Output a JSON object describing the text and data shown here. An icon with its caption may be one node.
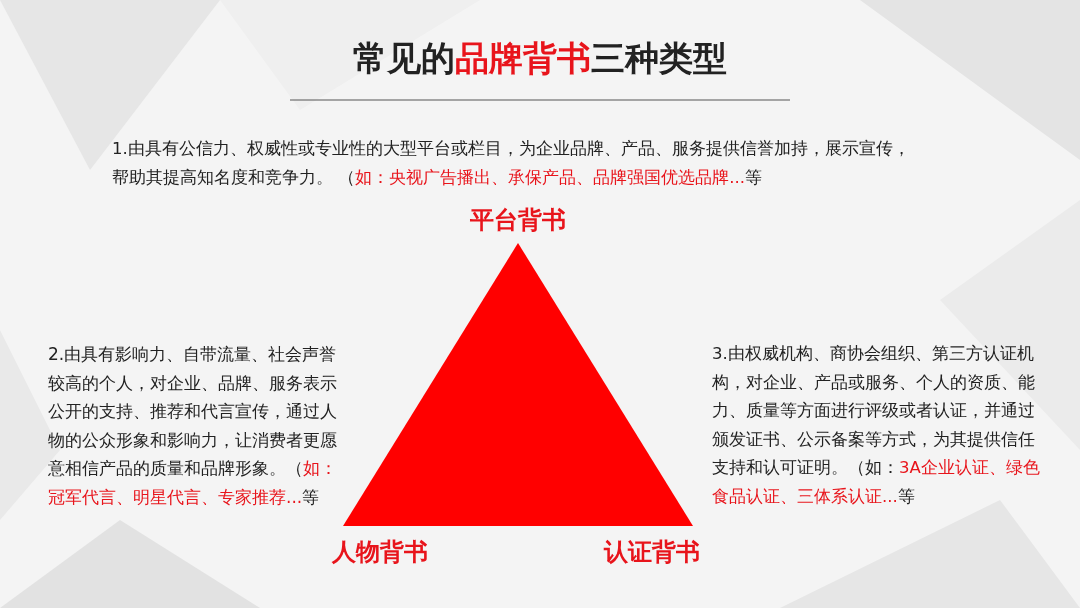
{
  "diagram": {
    "title": "常见的**品牌背书**三种类型",
    "labels": [
      "1.由具有公信力、权威性或专业性的大型平台或栏目，为企业品牌、产品、服务提供信誉加持，展示宣传，帮助其提高知名度和竞争力。 （**如：央视广告播出、承保产品、品牌强国优选品牌...**等",
      "平台背书",
      "2.由具有影响力、自带流量、社会声誉较高的个人，对企业、品牌、服务表示公开的支持、推荐和代言宣传，通过人物的公众形象和影响力，让消费者更愿意相信产品的质量和品牌形象。（**如：冠军代言、明星代言、专家推荐...**等",
      "3.由权威机构、商协会组织、第三方认证机构，对企业、产品或服务、个人的资质、能力、质量等方面进行评级或者认证，并通过颁发证书、公示备案等方式，为其提供信任支持和认可证明。（如：**3A企业认证、绿色食品认证、三体系认证...**等",
      "人物背书",
      "认证背书"
    ]
  }
}
